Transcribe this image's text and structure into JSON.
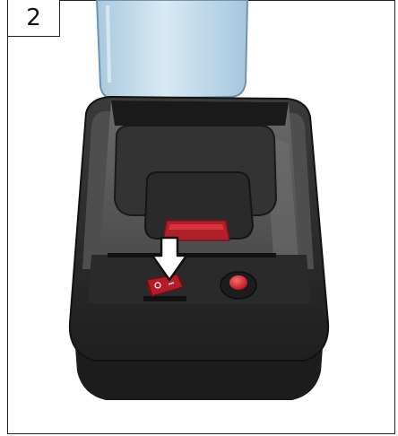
{
  "step": {
    "number": "2"
  },
  "illustration": {
    "subject": "device-on-charging-dock-with-power-switch",
    "arrow_direction": "down",
    "colors": {
      "dock_body": "#2b2b2b",
      "dock_highlight": "#5a5a5a",
      "lid": "#bfd9ea",
      "switch": "#c0252c",
      "button": "#d21d25"
    }
  }
}
